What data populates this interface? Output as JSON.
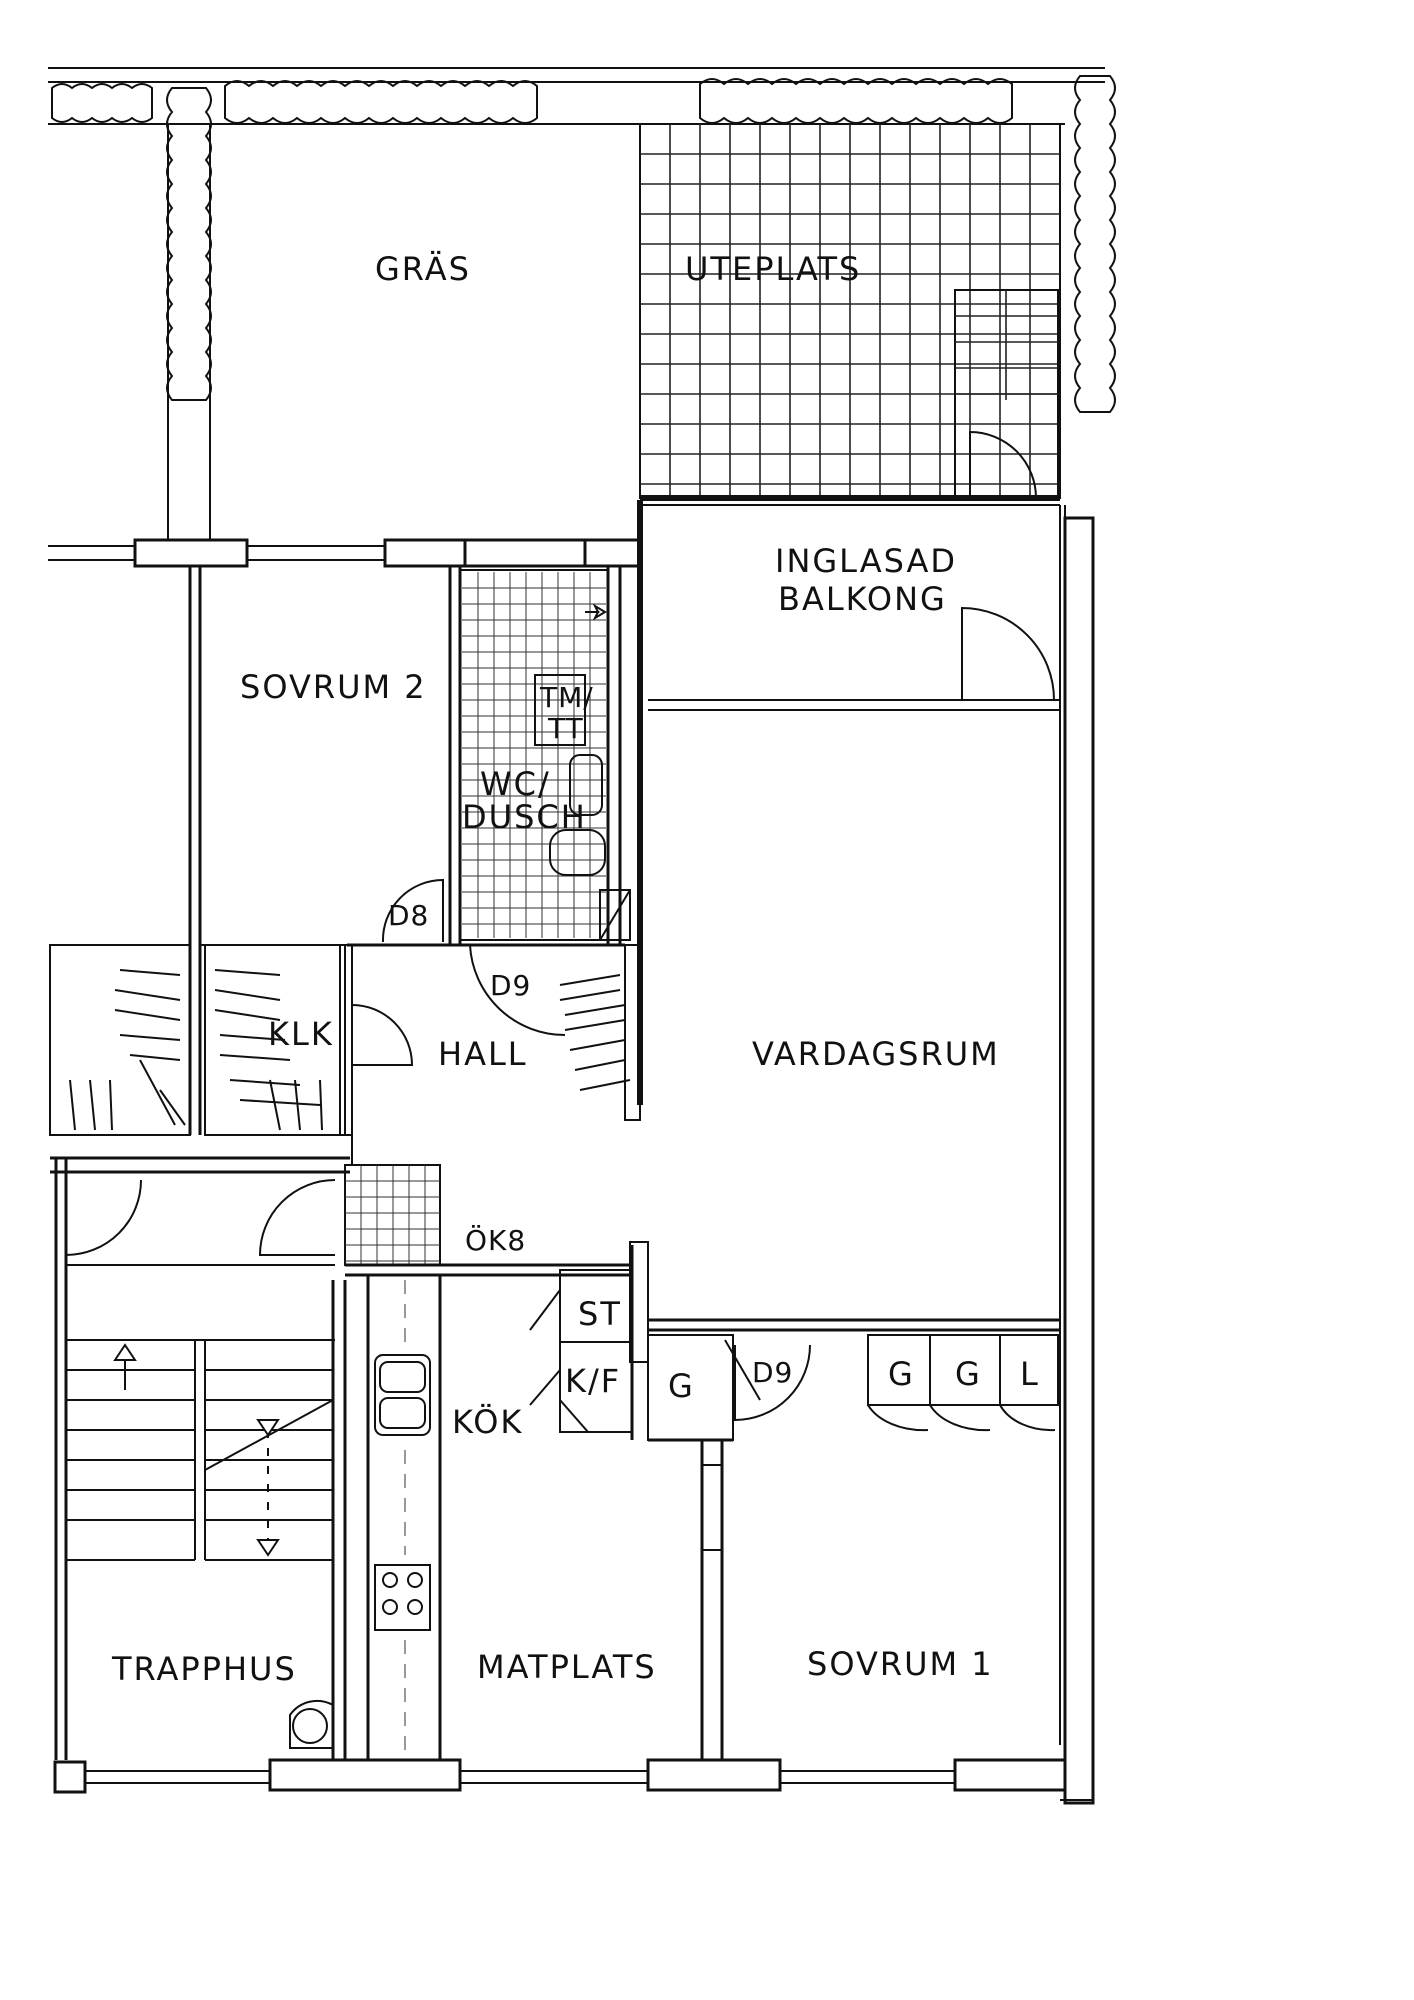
{
  "rooms": {
    "gras": "GRÄS",
    "uteplats": "UTEPLATS",
    "inglasad_1": "INGLASAD",
    "inglasad_2": "BALKONG",
    "sovrum2": "SOVRUM 2",
    "tm_1": "TM/",
    "tm_2": "TT",
    "wc_1": "WC/",
    "wc_2": "DUSCH",
    "d8": "D8",
    "d9_hall": "D9",
    "klk": "KLK",
    "hall": "HALL",
    "vardagsrum": "VARDAGSRUM",
    "ok8": "ÖK8",
    "st": "ST",
    "kf": "K/F",
    "g_closet": "G",
    "d9_bed": "D9",
    "g1": "G",
    "g2": "G",
    "l": "L",
    "kok": "KÖK",
    "trapphus": "TRAPPHUS",
    "matplats": "MATPLATS",
    "sovrum1": "SOVRUM 1"
  }
}
